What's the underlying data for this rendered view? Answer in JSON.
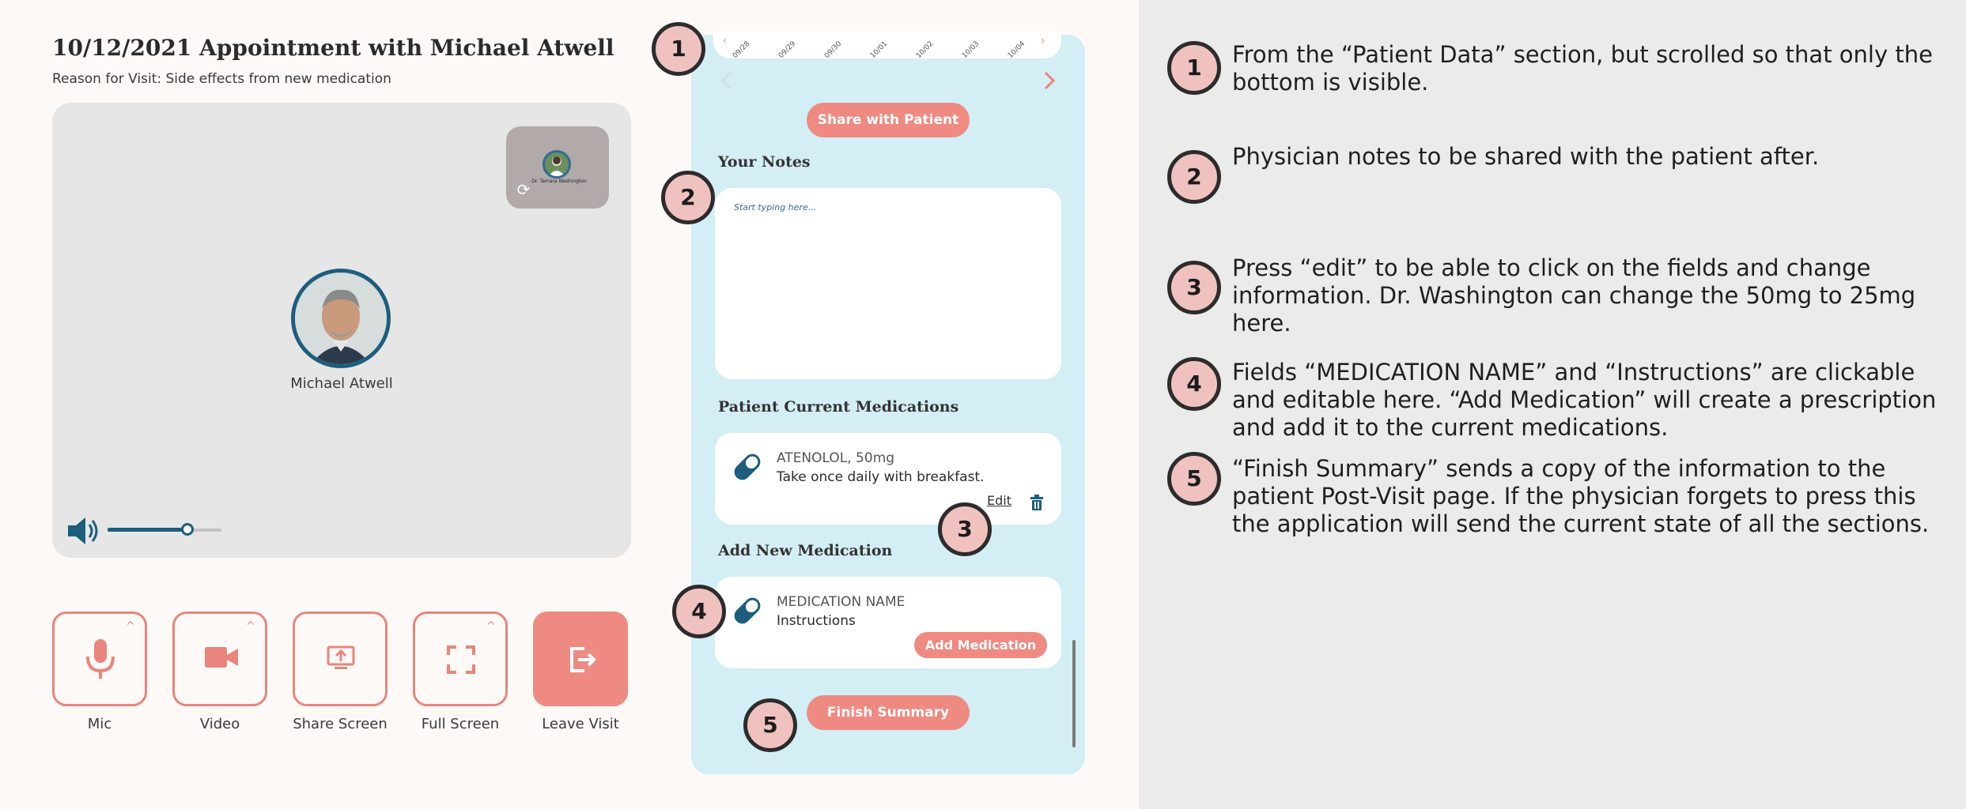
{
  "header": {
    "title": "10/12/2021 Appointment with Michael Atwell",
    "reason": "Reason for Visit: Side effects from new medication"
  },
  "video": {
    "self_view_name": "Dr. Tamara Washington",
    "patient_name": "Michael Atwell",
    "volume_level": 0.7
  },
  "controls": [
    {
      "label": "Mic",
      "icon": "mic-icon"
    },
    {
      "label": "Video",
      "icon": "video-camera-icon"
    },
    {
      "label": "Share Screen",
      "icon": "share-screen-icon"
    },
    {
      "label": "Full Screen",
      "icon": "fullscreen-icon"
    },
    {
      "label": "Leave Visit",
      "icon": "leave-icon"
    }
  ],
  "patient_data": {
    "dates": [
      "09/28",
      "09/29",
      "09/30",
      "10/01",
      "10/02",
      "10/03",
      "10/04"
    ],
    "share_button": "Share with Patient"
  },
  "notes": {
    "title": "Your Notes",
    "placeholder": "Start typing here..."
  },
  "current_meds": {
    "title": "Patient Current Medications",
    "name": "ATENOLOL, 50mg",
    "instructions": "Take once daily with breakfast.",
    "edit_label": "Edit"
  },
  "new_med": {
    "title": "Add New Medication",
    "name_placeholder": "MEDICATION NAME",
    "instructions_placeholder": "Instructions",
    "add_button": "Add Medication"
  },
  "finish_button": "Finish Summary",
  "callouts": [
    "1",
    "2",
    "3",
    "4",
    "5"
  ],
  "annotations": [
    "From the “Patient Data” section, but scrolled so that only the bottom is visible.",
    "Physician notes to be shared with the patient after.",
    "Press “edit” to be able to click on the fields and change information. Dr. Washington can change the 50mg to 25mg here.",
    "Fields “MEDICATION NAME” and “Instructions” are clickable and editable here. “Add Medication” will create a prescription and add it to the current medications.",
    "“Finish Summary” sends a copy of the information to the patient Post-Visit page. If the physician forgets to press this the application will send the current state of all the sections."
  ],
  "colors": {
    "accent": "#ee8a82",
    "dark_blue": "#1d5d7e",
    "panel_blue": "#d4eef6",
    "callout_fill": "#efc2c0"
  }
}
